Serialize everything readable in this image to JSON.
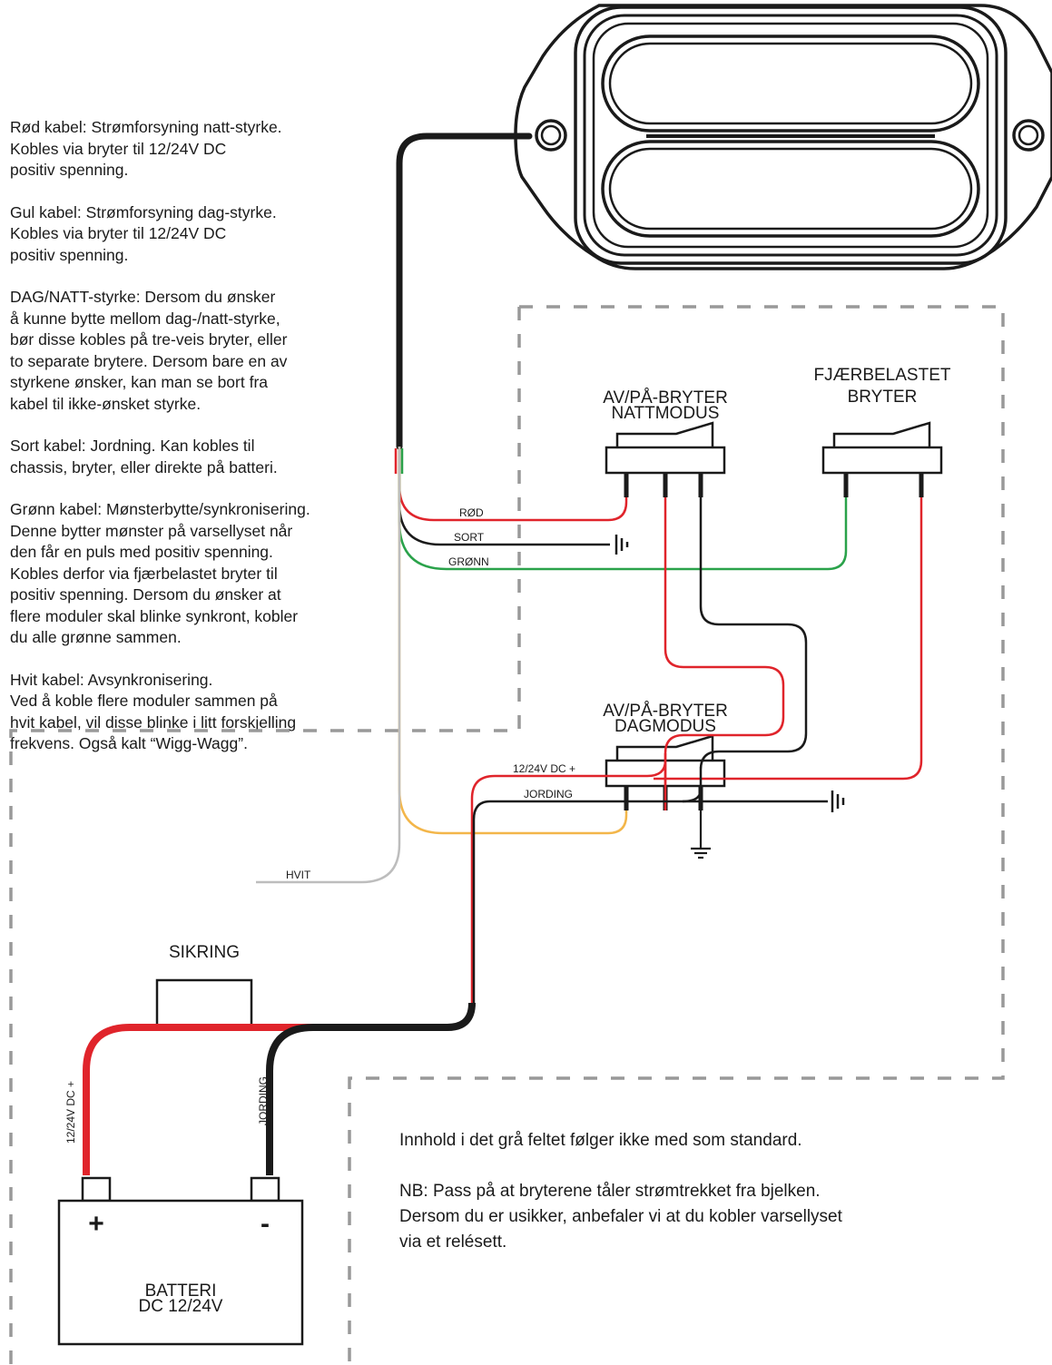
{
  "notes": {
    "red": "Rød kabel: Strømforsyning natt-styrke.\nKobles via bryter til 12/24V DC\npositiv spenning.",
    "yellow": "Gul kabel: Strømforsyning dag-styrke.\nKobles via bryter til 12/24V DC\npositiv spenning.",
    "daynight": "DAG/NATT-styrke: Dersom du ønsker\nå kunne bytte mellom dag-/natt-styrke,\nbør disse kobles på tre-veis bryter, eller\nto separate brytere. Dersom bare en av\nstyrkene ønsker, kan man se bort fra\nkabel til ikke-ønsket styrke.",
    "black": "Sort kabel: Jordning. Kan kobles til\nchassis, bryter, eller direkte på batteri.",
    "green": "Grønn kabel: Mønsterbytte/synkronisering.\nDenne bytter mønster på varsellyset når\nden får en puls med positiv spenning.\nKobles derfor via fjærbelastet bryter til\npositiv spenning. Dersom du ønsker at\nflere moduler skal blinke synkront, kobler\ndu alle grønne sammen.",
    "white": "Hvit kabel: Avsynkronisering.\nVed å koble flere moduler sammen på\nhvit kabel, vil disse blinke i litt forskjelling\nfrekvens. Også kalt “Wigg-Wagg”."
  },
  "footnote": {
    "standard": "Innhold i det grå feltet følger ikke med som standard.",
    "warning": "NB: Pass på at bryterene tåler strømtrekket fra bjelken.\nDersom du er usikker, anbefaler vi at du kobler varsellyset\nvia et relésett."
  },
  "wire_labels": {
    "red": "RØD",
    "black": "SORT",
    "green": "GRØNN",
    "white": "HVIT",
    "supply": "12/24V DC +",
    "ground": "JORDING",
    "battery_plus": "12/24V DC +",
    "battery_ground": "JORDING"
  },
  "switches": {
    "night_line1": "AV/PÅ-BRYTER",
    "night_line2": "NATTMODUS",
    "spring_line1": "FJÆRBELASTET",
    "spring_line2": "BRYTER",
    "day_line1": "AV/PÅ-BRYTER",
    "day_line2": "DAGMODUS"
  },
  "fuse": {
    "label": "SIKRING"
  },
  "battery": {
    "plus": "+",
    "minus": "-",
    "line1": "BATTERI",
    "line2": "DC 12/24V"
  },
  "colors": {
    "red_wire": "#e0242b",
    "black_wire": "#1a1a1a",
    "green_wire": "#2aa24a",
    "yellow_wire": "#f3b64a",
    "white_wire": "#bdbdbd",
    "dashed_border": "#999999"
  }
}
